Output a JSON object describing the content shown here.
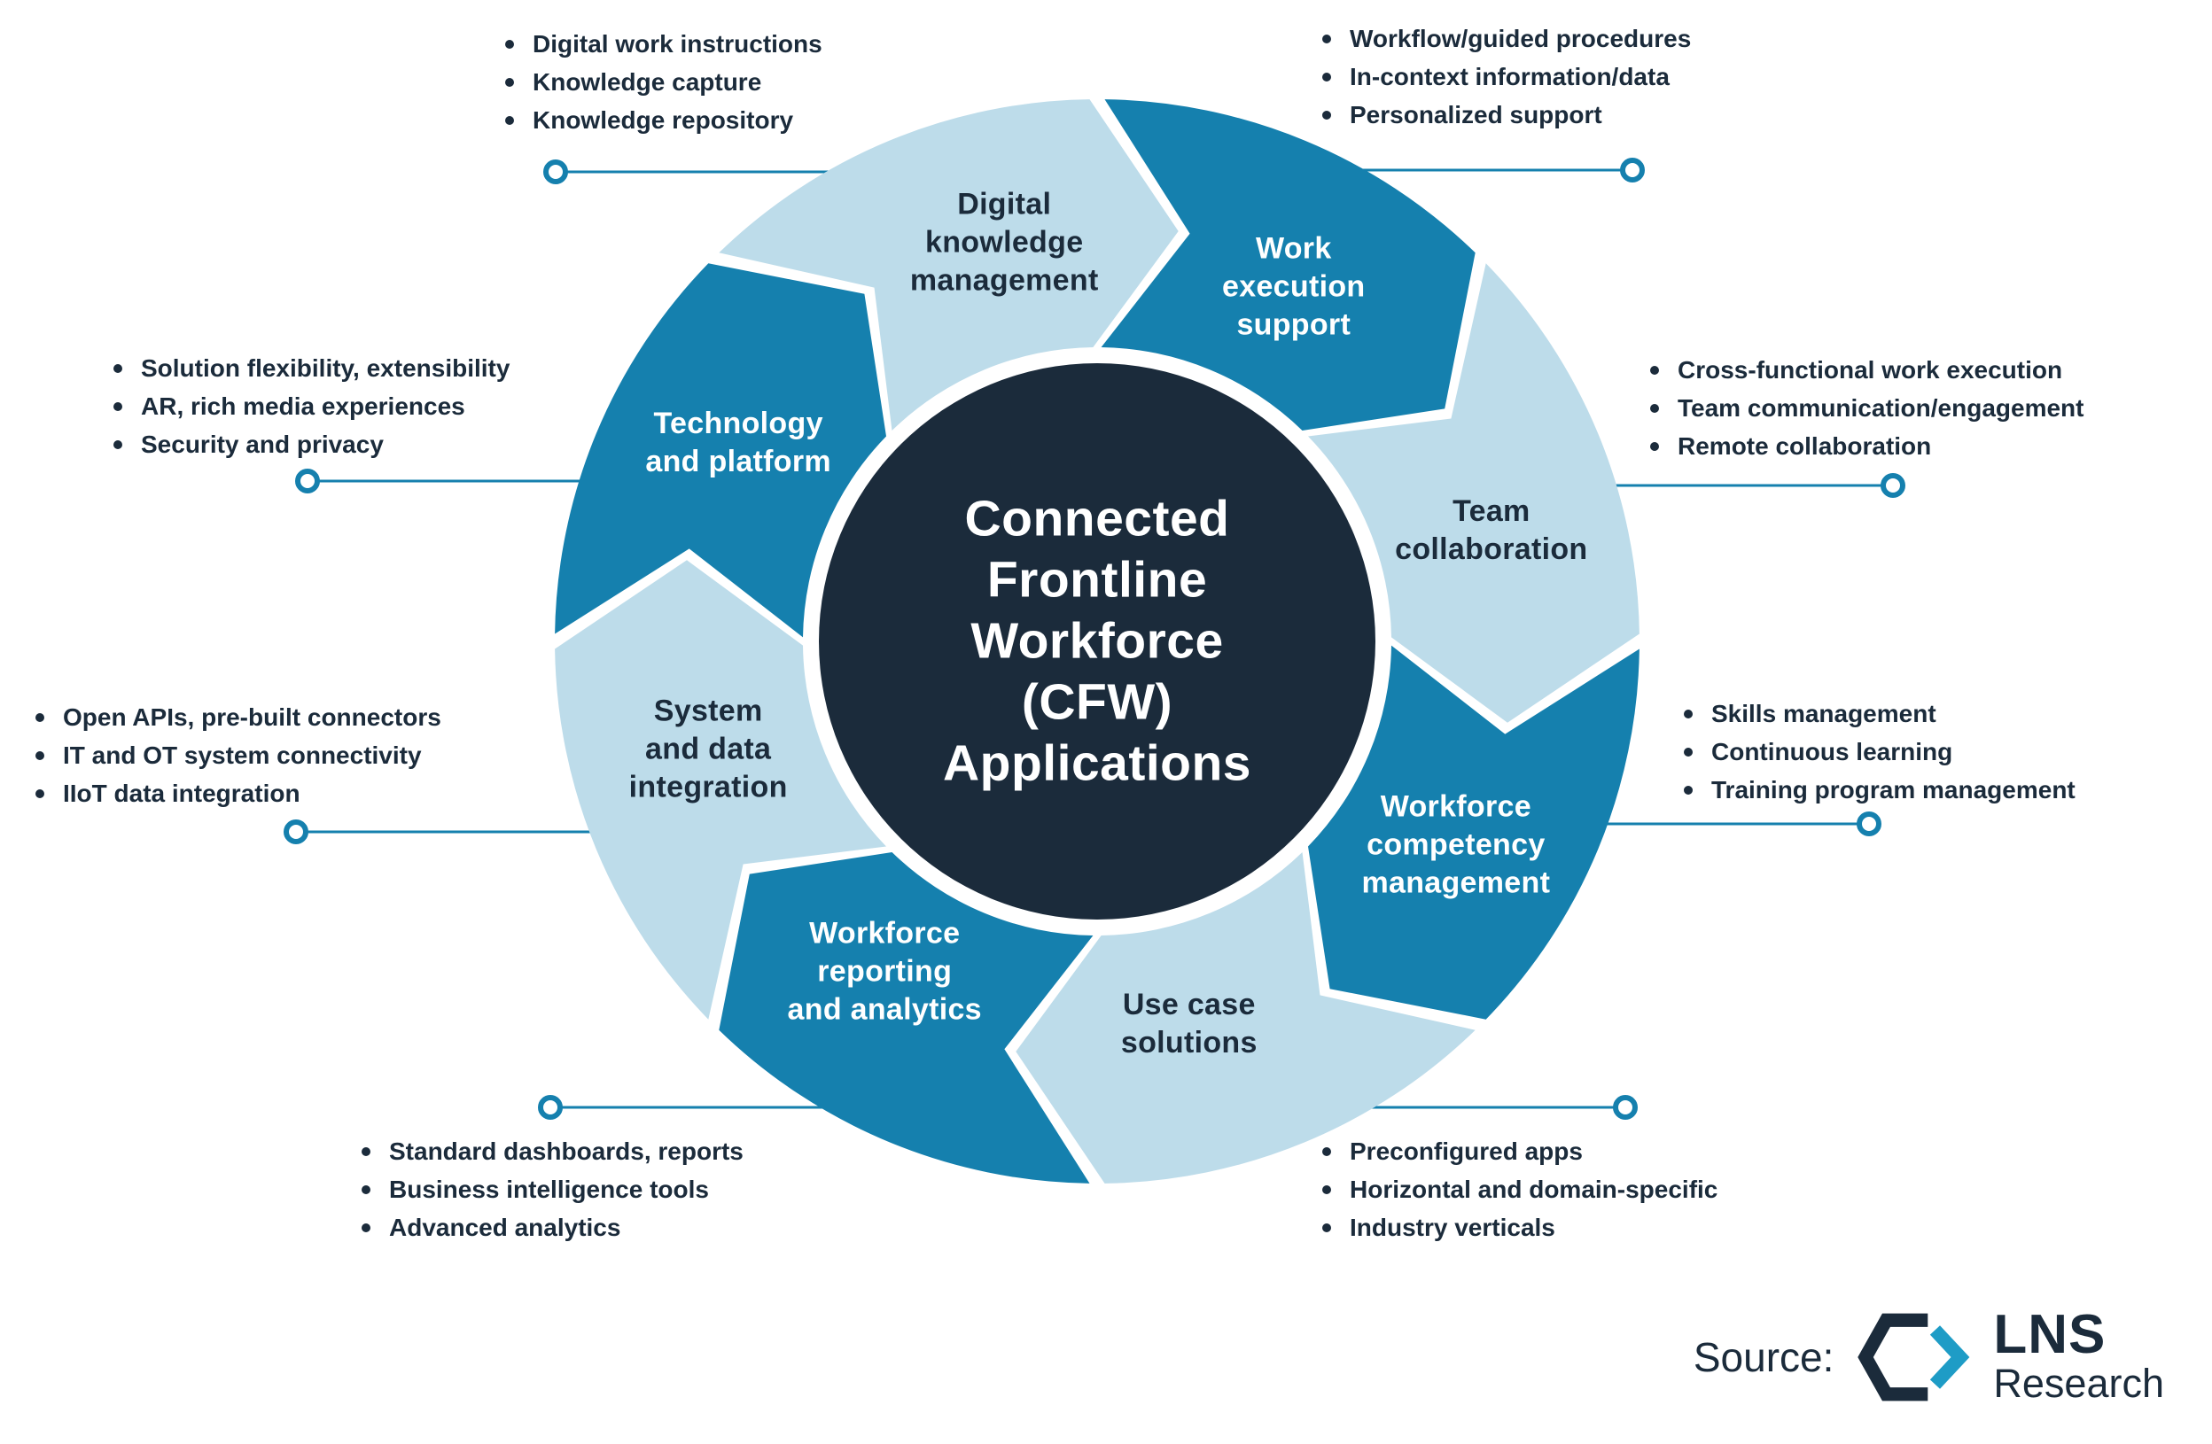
{
  "center": {
    "title": "Connected\nFrontline\nWorkforce\n(CFW)\nApplications"
  },
  "segments": [
    {
      "id": "digital-knowledge-management",
      "label": "Digital\nknowledge\nmanagement",
      "tone": "light"
    },
    {
      "id": "work-execution-support",
      "label": "Work\nexecution\nsupport",
      "tone": "dark"
    },
    {
      "id": "team-collaboration",
      "label": "Team\ncollaboration",
      "tone": "light"
    },
    {
      "id": "workforce-competency-management",
      "label": "Workforce\ncompetency\nmanagement",
      "tone": "dark"
    },
    {
      "id": "use-case-solutions",
      "label": "Use case\nsolutions",
      "tone": "light"
    },
    {
      "id": "workforce-reporting-and-analytics",
      "label": "Workforce\nreporting\nand analytics",
      "tone": "dark"
    },
    {
      "id": "system-and-data-integration",
      "label": "System\nand data\nintegration",
      "tone": "light"
    },
    {
      "id": "technology-and-platform",
      "label": "Technology\nand platform",
      "tone": "dark"
    }
  ],
  "callouts": [
    {
      "segment": "digital-knowledge-management",
      "items": [
        "Digital work instructions",
        "Knowledge capture",
        "Knowledge repository"
      ]
    },
    {
      "segment": "work-execution-support",
      "items": [
        "Workflow/guided procedures",
        "In-context information/data",
        "Personalized support"
      ]
    },
    {
      "segment": "team-collaboration",
      "items": [
        "Cross-functional work execution",
        "Team communication/engagement",
        "Remote collaboration"
      ]
    },
    {
      "segment": "workforce-competency-management",
      "items": [
        "Skills management",
        "Continuous learning",
        "Training program management"
      ]
    },
    {
      "segment": "use-case-solutions",
      "items": [
        "Preconfigured apps",
        "Horizontal and domain-specific",
        "Industry verticals"
      ]
    },
    {
      "segment": "workforce-reporting-and-analytics",
      "items": [
        "Standard dashboards, reports",
        "Business intelligence tools",
        "Advanced analytics"
      ]
    },
    {
      "segment": "system-and-data-integration",
      "items": [
        "Open APIs, pre-built connectors",
        "IT and OT system connectivity",
        "IIoT data integration"
      ]
    },
    {
      "segment": "technology-and-platform",
      "items": [
        "Solution flexibility, extensibility",
        "AR, rich media experiences",
        "Security and privacy"
      ]
    }
  ],
  "source": {
    "label": "Source:",
    "brand_line1": "LNS",
    "brand_line2": "Research",
    "logo_icon": "lns-hexagon-bracket-icon"
  },
  "colors": {
    "dark_segment": "#1580ae",
    "light_segment": "#bddcea",
    "center_circle": "#1b2b3b",
    "text_dark": "#1b2b3b",
    "connector": "#1580ae",
    "label_on_dark": "#ffffff"
  }
}
